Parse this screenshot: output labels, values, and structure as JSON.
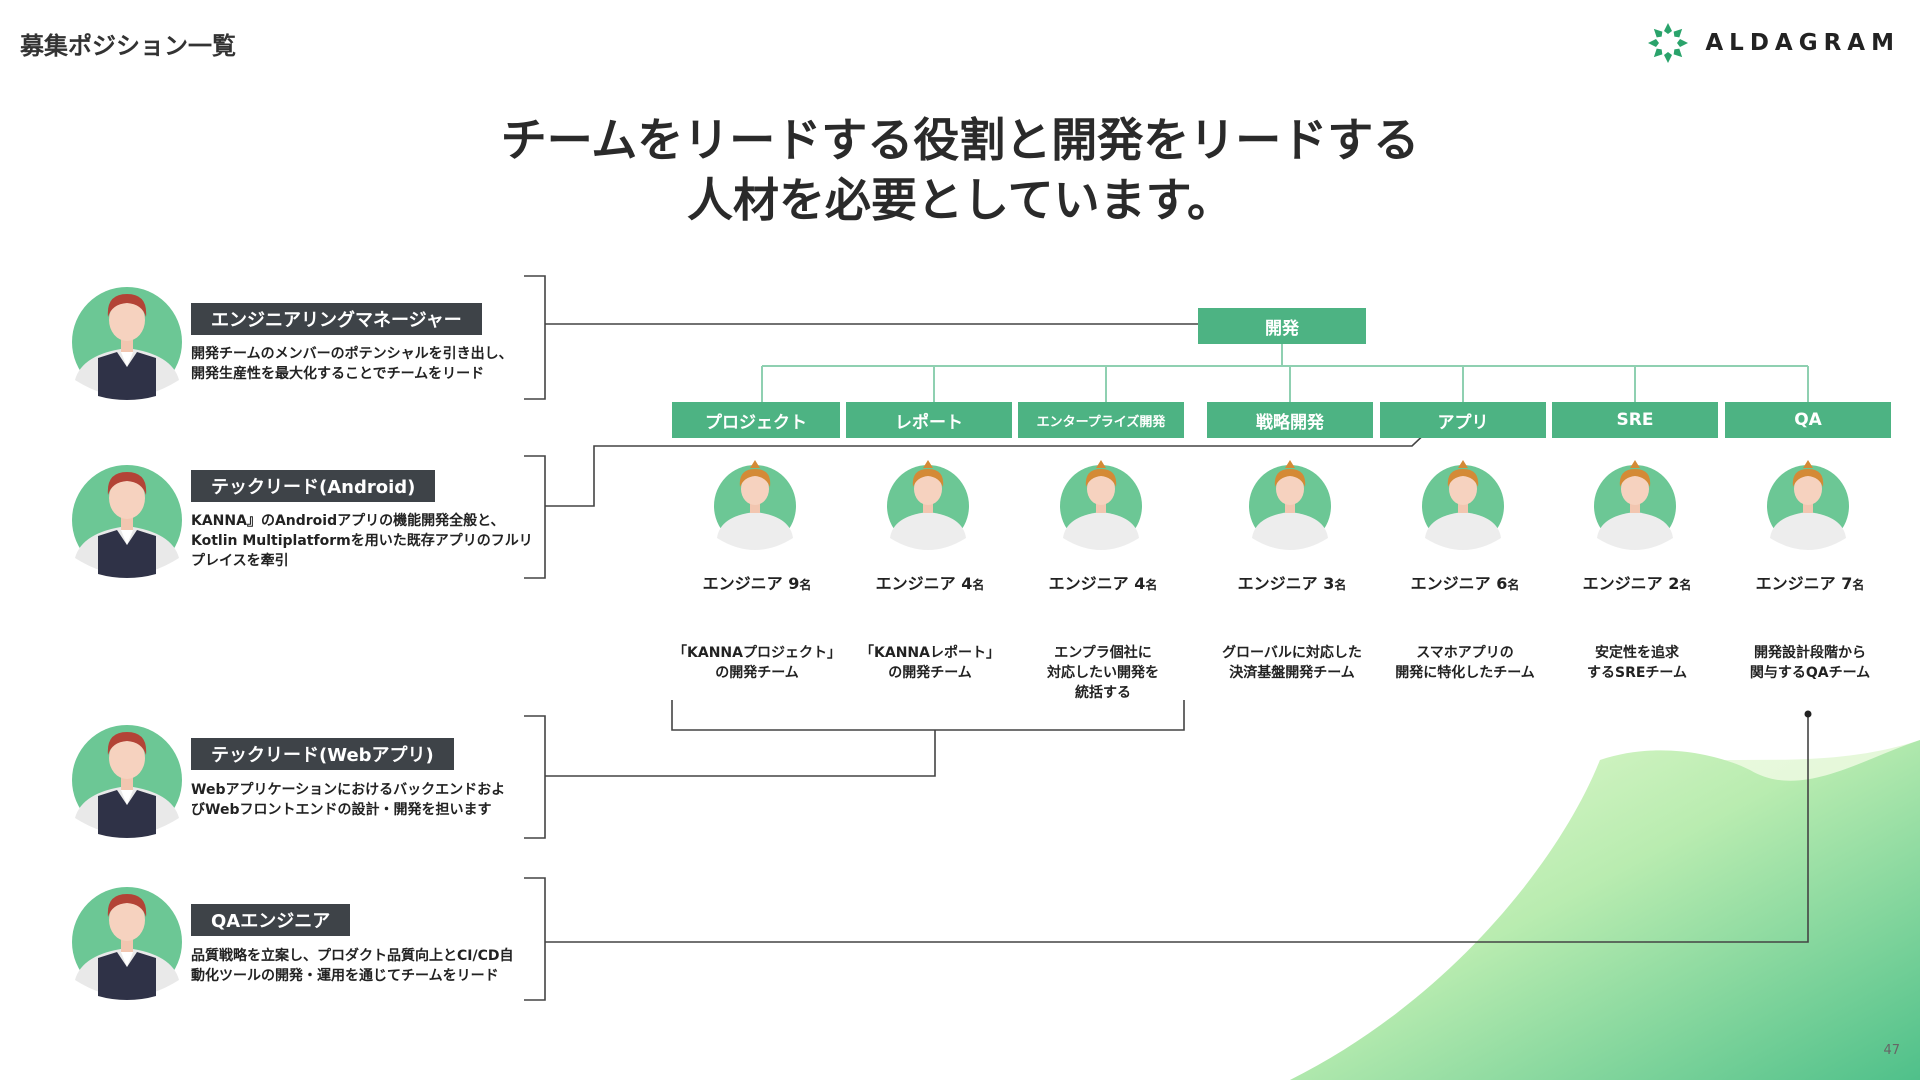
{
  "page_label": "募集ポジション一覧",
  "logo": {
    "text": "ALDAGRAM"
  },
  "headline": {
    "line1": "チームをリードする役割と開発をリードする",
    "line2": "人材を必要としています。"
  },
  "roles": [
    {
      "title": "エンジニアリングマネージャー",
      "desc_line1": "開発チームのメンバーのポテンシャルを引き出し、",
      "desc_line2": "開発生産性を最大化することでチームをリード",
      "desc_line3": ""
    },
    {
      "title": "テックリード(Android)",
      "desc_line1": "KANNA』のAndroidアプリの機能開発全般と、",
      "desc_line2": "Kotlin Multiplatformを用いた既存アプリのフルリ",
      "desc_line3": "プレイスを牽引"
    },
    {
      "title": "テックリード(Webアプリ)",
      "desc_line1": "Webアプリケーションにおけるバックエンドおよ",
      "desc_line2": "びWebフロントエンドの設計・開発を担います",
      "desc_line3": ""
    },
    {
      "title": "QAエンジニア",
      "desc_line1": "品質戦略を立案し、プロダクト品質向上とCI/CD自",
      "desc_line2": "動化ツールの開発・運用を通じてチームをリード",
      "desc_line3": ""
    }
  ],
  "org": {
    "root": "開発",
    "teams": [
      {
        "name": "プロジェクト",
        "engineer_label": "エンジニア",
        "count": "9",
        "unit": "名",
        "desc_line1": "「KANNAプロジェクト」",
        "desc_line2": "の開発チーム",
        "desc_line3": ""
      },
      {
        "name": "レポート",
        "engineer_label": "エンジニア",
        "count": "4",
        "unit": "名",
        "desc_line1": "「KANNAレポート」",
        "desc_line2": "の開発チーム",
        "desc_line3": ""
      },
      {
        "name": "エンタープライズ開発",
        "engineer_label": "エンジニア",
        "count": "4",
        "unit": "名",
        "desc_line1": "エンプラ個社に",
        "desc_line2": "対応したい開発を",
        "desc_line3": "統括する"
      },
      {
        "name": "戦略開発",
        "engineer_label": "エンジニア",
        "count": "3",
        "unit": "名",
        "desc_line1": "グローバルに対応した",
        "desc_line2": "決済基盤開発チーム",
        "desc_line3": ""
      },
      {
        "name": "アプリ",
        "engineer_label": "エンジニア",
        "count": "6",
        "unit": "名",
        "desc_line1": "スマホアプリの",
        "desc_line2": "開発に特化したチーム",
        "desc_line3": ""
      },
      {
        "name": "SRE",
        "engineer_label": "エンジニア",
        "count": "2",
        "unit": "名",
        "desc_line1": "安定性を追求",
        "desc_line2": "するSREチーム",
        "desc_line3": ""
      },
      {
        "name": "QA",
        "engineer_label": "エンジニア",
        "count": "7",
        "unit": "名",
        "desc_line1": "開発設計段階から",
        "desc_line2": "関与するQAチーム",
        "desc_line3": ""
      }
    ]
  },
  "page_number": "47",
  "colors": {
    "accent": "#4db383",
    "tag_bg": "#3e4348",
    "line": "#444444",
    "tree_line": "#8fd0b1"
  }
}
